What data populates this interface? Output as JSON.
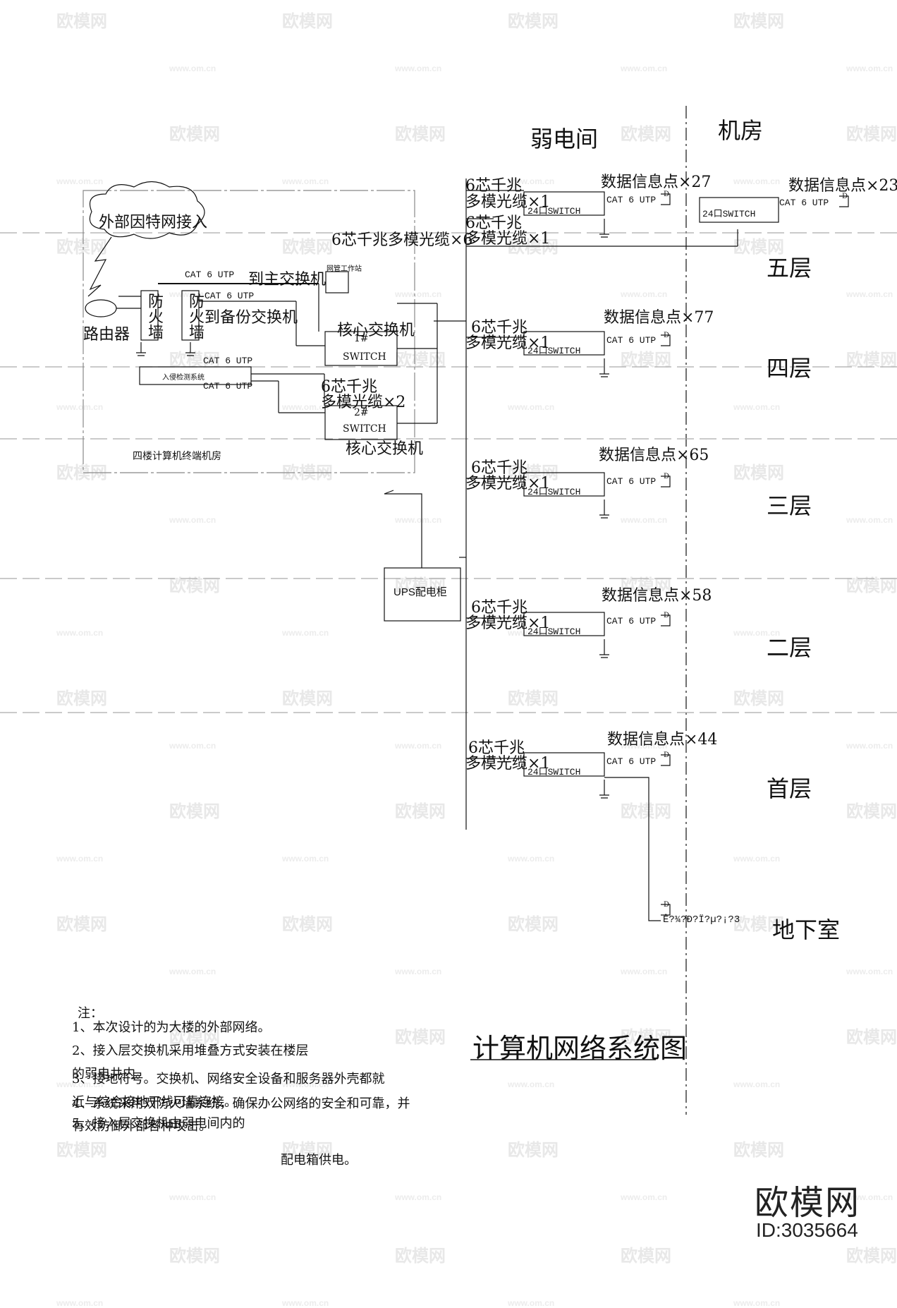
{
  "column_headers": {
    "weak_room": "弱电间",
    "machine_room": "机房"
  },
  "floors": {
    "f5": "五层",
    "f4": "四层",
    "f3": "三层",
    "f2": "二层",
    "f1": "首层",
    "basement": "地下室"
  },
  "data_points": {
    "f5_left": "数据信息点×27",
    "f5_right": "数据信息点×23",
    "f4": "数据信息点×77",
    "f3": "数据信息点×65",
    "f2": "数据信息点×58",
    "f1": "数据信息点×44"
  },
  "floor_cable_line1": "6芯千兆",
  "floor_cable_line2": "多模光缆×1",
  "switch_24": "24口SWITCH",
  "cat6": "CAT  6 UTP",
  "d_symbol": "D",
  "backbone_label": "6芯千兆多模光缆×6",
  "core_link_label_line1": "6芯千兆",
  "core_link_label_line2": "多模光缆×2",
  "room": {
    "internet": "外部因特网接入",
    "router": "路由器",
    "firewall": "防火墙",
    "to_main": "到主交换机",
    "to_backup": "到备份交换机",
    "core_switch_title": "核心交换机",
    "switch1_name": "1#",
    "switch2_name": "2#",
    "switch_word": "SWITCH",
    "ids": "入侵检测系统",
    "mgmt": "网管工作站",
    "room_name": "四楼计算机终端机房"
  },
  "ups": "UPS配电柜",
  "basement_garbled": "Ê?¾?Ð?Ï?µ?¡?3",
  "title": "计算机网络系统图",
  "notes": [
    "注：",
    "1、本次设计的为大楼的外部网络。",
    "2、接入层交换机采用堆叠方式安装在楼层",
    "的弱电井内。",
    "3、接地符号。交换机、网络安全设备和服务器外壳都就",
    "近与综合接地干线可靠连接。",
    "4、系统采用双防火墙系统，确保办公网络的安全和可靠，并",
    "有效防御外部各种攻击。",
    "5、接入层交换机由弱电间内的",
    "配电箱供电。"
  ],
  "watermark": {
    "brand": "欧模网",
    "url": "www.om.cn"
  },
  "logo": {
    "name": "欧模网",
    "id": "ID:3035664"
  }
}
